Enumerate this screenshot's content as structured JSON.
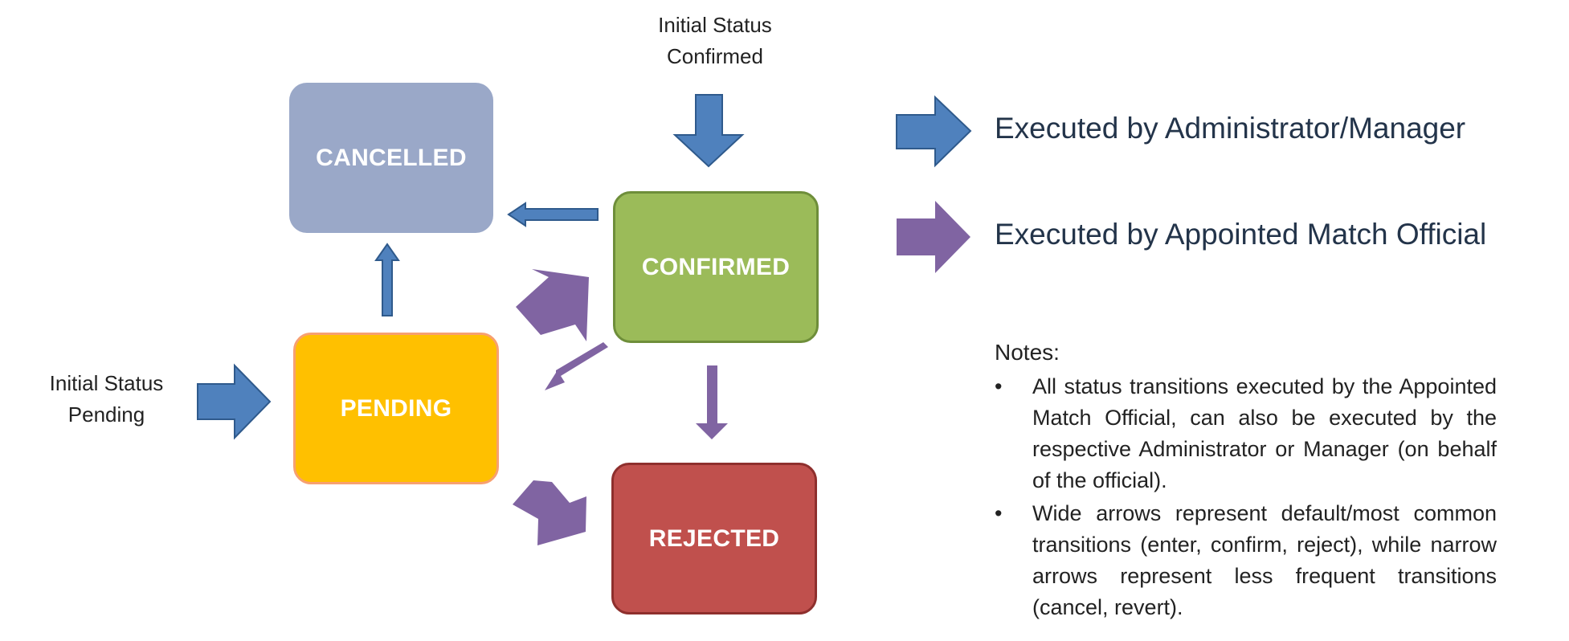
{
  "states": {
    "cancelled": "CANCELLED",
    "confirmed": "CONFIRMED",
    "pending": "PENDING",
    "rejected": "REJECTED"
  },
  "initial": {
    "confirmed": [
      "Initial Status",
      "Confirmed"
    ],
    "pending": [
      "Initial Status",
      "Pending"
    ]
  },
  "legend": {
    "admin": "Executed by Administrator/Manager",
    "official": "Executed by Appointed Match Official"
  },
  "notes": {
    "title": "Notes:",
    "bullet": "•",
    "items": [
      "All status transitions executed by the Appointed Match Official, can also be executed by the respective Administrator or Manager (on behalf of the official).",
      "Wide arrows represent default/most common transitions (enter, confirm, reject), while narrow arrows represent less frequent transitions (cancel, revert)."
    ]
  },
  "colors": {
    "admin_arrow": "#4F81BD",
    "official_arrow": "#8064A2",
    "cancelled": "#9AA8C8",
    "confirmed": "#9BBB59",
    "pending": "#FFC000",
    "rejected": "#C0504D"
  }
}
